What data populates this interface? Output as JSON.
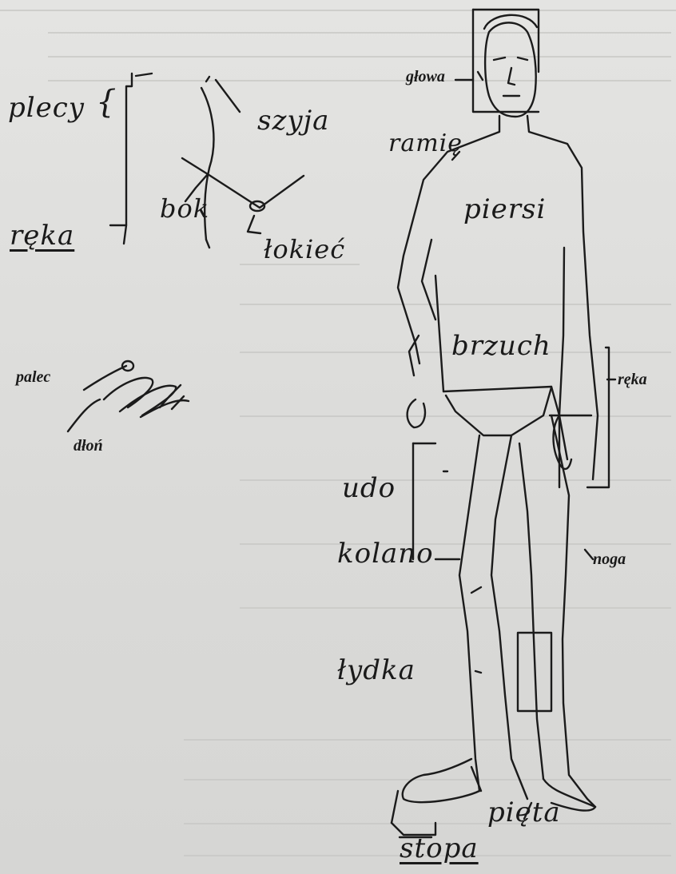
{
  "labels": {
    "glowa": "głowa",
    "ramie": "ramię",
    "plecy": "plecy",
    "szyja": "szyja",
    "bok": "bok",
    "lokiec": "łokieć",
    "reka_left": "ręka",
    "piersi": "piersi",
    "brzuch": "brzuch",
    "reka_right": "ręka",
    "palec": "palec",
    "dlon": "dłoń",
    "udo": "udo",
    "kolano": "kolano",
    "noga": "noga",
    "lydka": "łydka",
    "pieta": "pięta",
    "stopa": "stopa"
  }
}
